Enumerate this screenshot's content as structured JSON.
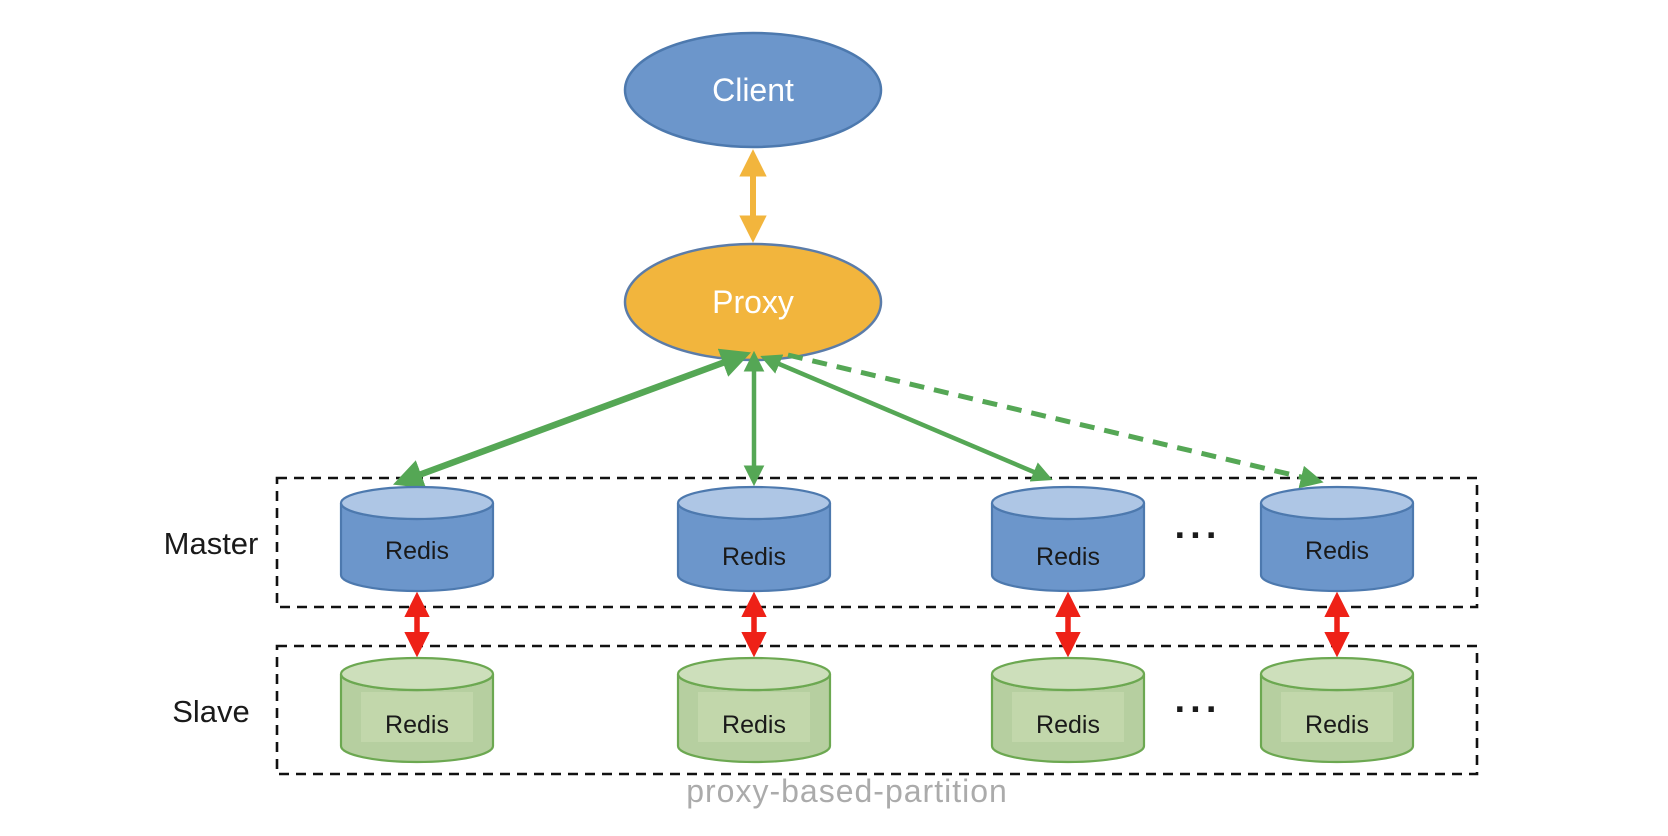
{
  "diagram": {
    "client": {
      "label": "Client"
    },
    "proxy": {
      "label": "Proxy"
    },
    "master_row": {
      "label": "Master",
      "nodes": [
        "Redis",
        "Redis",
        "Redis",
        "Redis"
      ],
      "ellipsis": "···"
    },
    "slave_row": {
      "label": "Slave",
      "nodes": [
        "Redis",
        "Redis",
        "Redis",
        "Redis"
      ],
      "ellipsis": "···"
    },
    "caption": "proxy-based-partition",
    "colors": {
      "client_fill": "#6C96CB",
      "proxy_fill": "#F2B53D",
      "master_cyl_fill": "#6C96CB",
      "master_cyl_top": "#AEC6E5",
      "slave_cyl_fill": "#B6CFA0",
      "slave_cyl_top": "#CDDFBB",
      "slave_text_patch": "#C5DAAF",
      "arrow_yellow": "#F2B53D",
      "arrow_green": "#55A755",
      "arrow_red": "#EE2117",
      "box_stroke": "#111111",
      "caption_gray": "#ABABAB"
    }
  }
}
